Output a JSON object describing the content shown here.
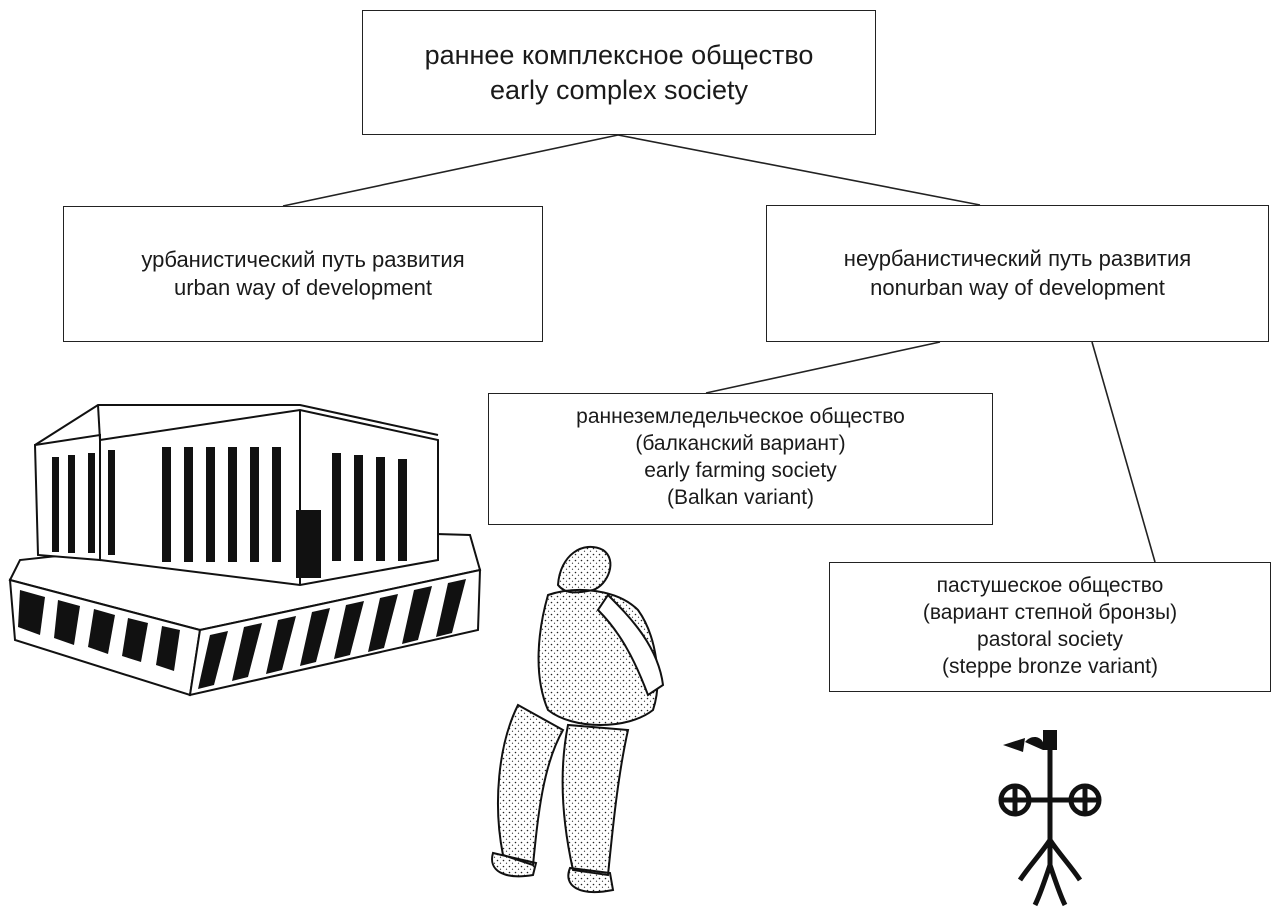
{
  "diagram": {
    "root": {
      "label_ru": "раннее комплексное общество",
      "label_en": "early complex society"
    },
    "urban": {
      "label_ru": "урбанистический путь развития",
      "label_en": "urban way of development"
    },
    "nonurban": {
      "label_ru": "неурбанистический путь развития",
      "label_en": "nonurban way of development"
    },
    "farming": {
      "label_ru": "раннеземледельческое общество",
      "variant_ru": "(балканский вариант)",
      "label_en": "early farming society",
      "variant_en": "(Balkan variant)"
    },
    "pastoral": {
      "label_ru": "пастушеское общество",
      "variant_ru": "(вариант степной бронзы)",
      "label_en": "pastoral society",
      "variant_en": "(steppe bronze variant)"
    },
    "edges": [
      [
        "root",
        "urban"
      ],
      [
        "root",
        "nonurban"
      ],
      [
        "nonurban",
        "farming"
      ],
      [
        "nonurban",
        "pastoral"
      ]
    ]
  },
  "illustrations": {
    "temple": "temple-building-drawing",
    "figurine": "seated-thinker-figurine-drawing",
    "petroglyph": "chariot-petroglyph-drawing"
  }
}
